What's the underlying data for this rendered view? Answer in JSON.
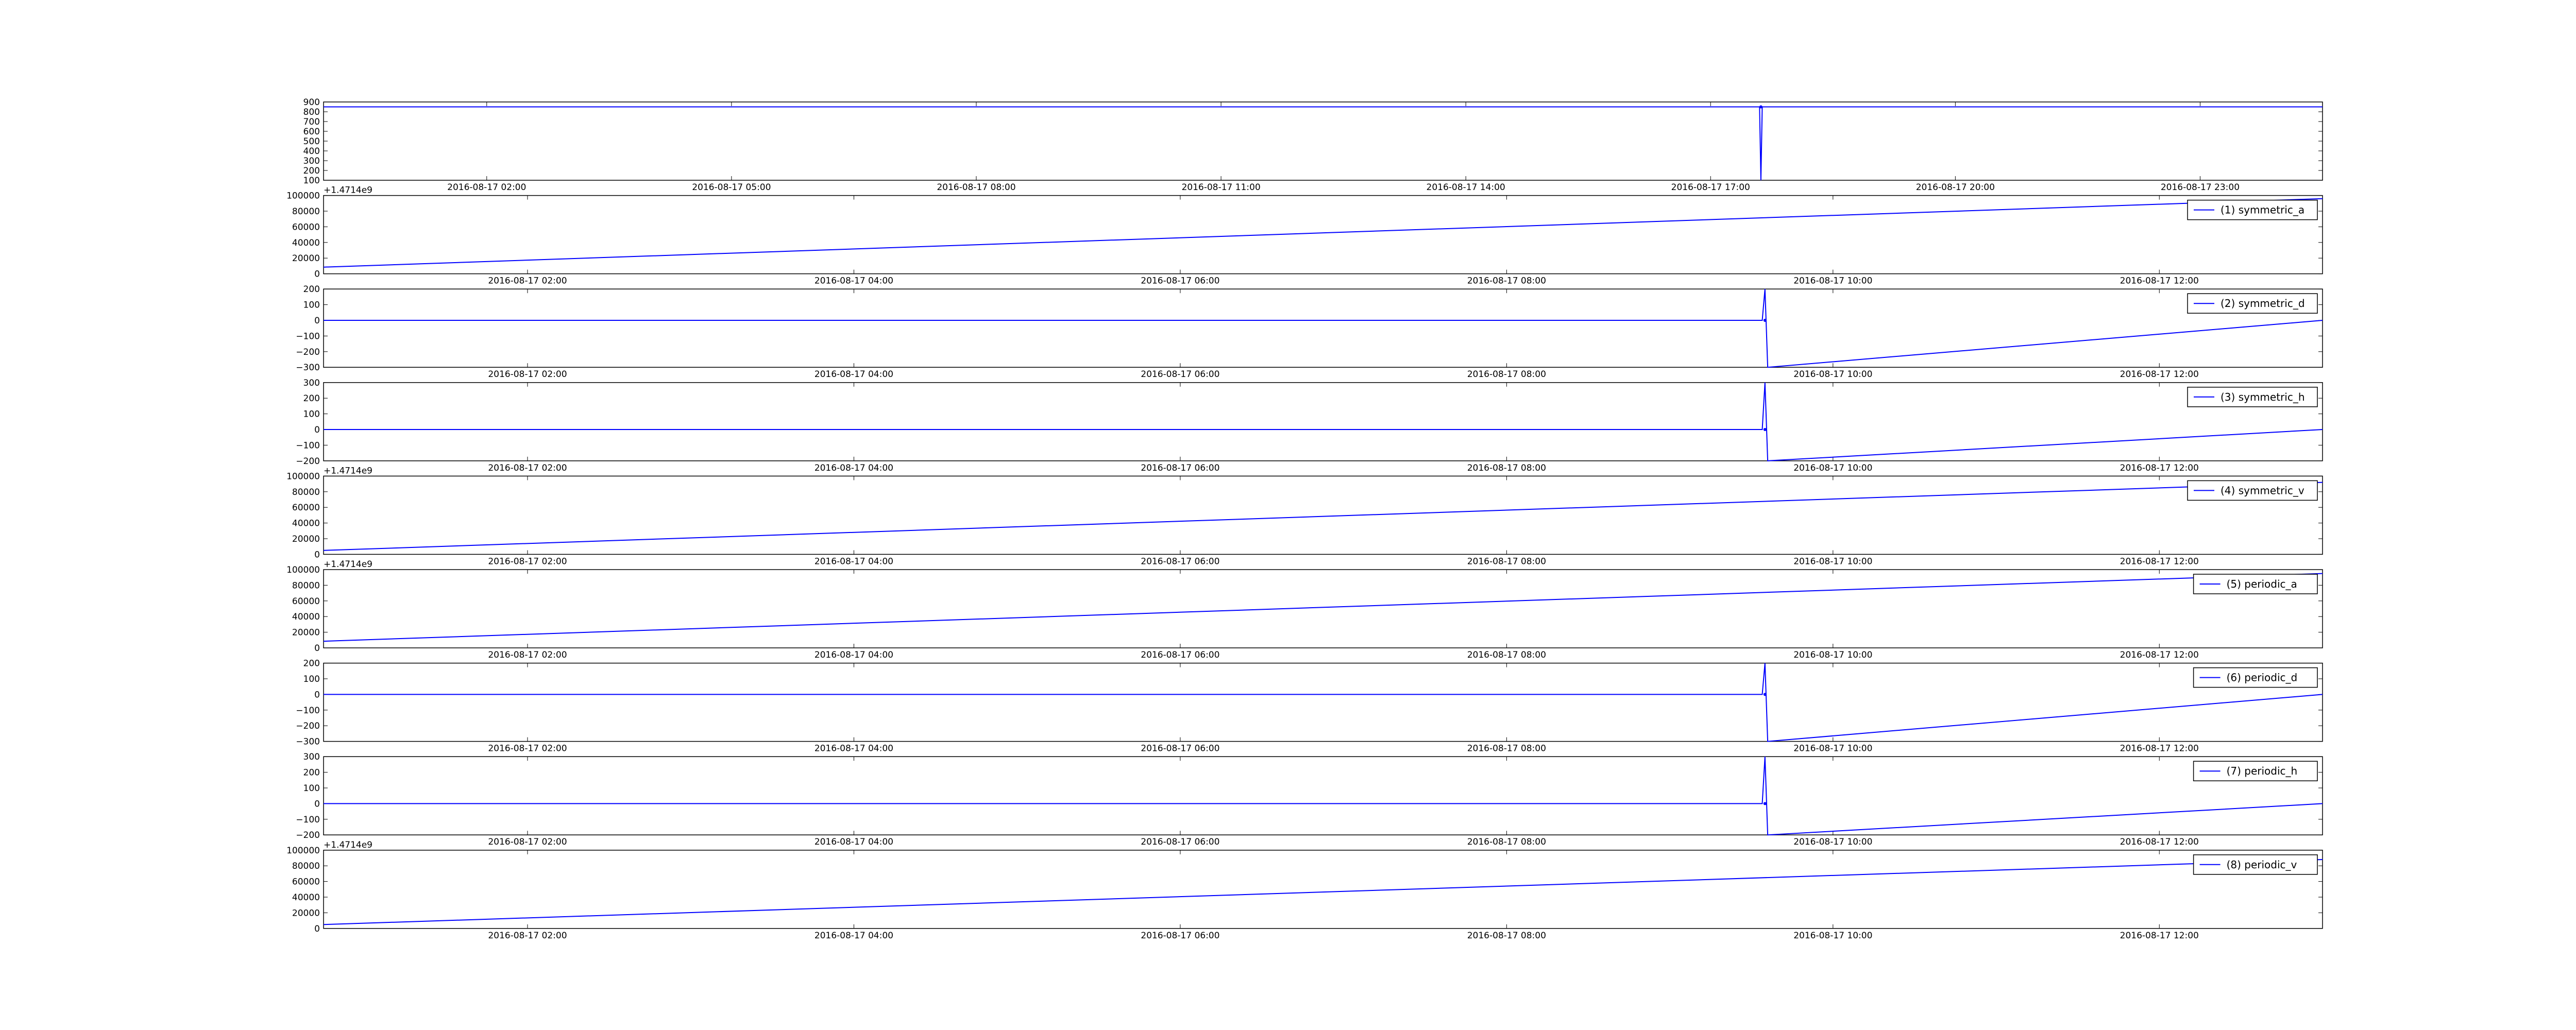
{
  "figure": {
    "background": "#ffffff",
    "line_color": "#0000ff",
    "axes_color": "#000000"
  },
  "chart_data": [
    {
      "type": "line",
      "title": "",
      "xlabel": "",
      "ylabel": "",
      "x_axis": "datetime",
      "x_range": [
        "2016-08-17 00:00",
        "2016-08-18 00:30"
      ],
      "x_ticks": [
        "2016-08-17 02:00",
        "2016-08-17 05:00",
        "2016-08-17 08:00",
        "2016-08-17 11:00",
        "2016-08-17 14:00",
        "2016-08-17 17:00",
        "2016-08-17 20:00",
        "2016-08-17 23:00"
      ],
      "ylim": [
        100,
        900
      ],
      "y_ticks": [
        100,
        200,
        300,
        400,
        500,
        600,
        700,
        800,
        900
      ],
      "y_offset_label": "",
      "legend": false,
      "series": [
        {
          "x": [
            "2016-08-17 00:00",
            "2016-08-17 17:36",
            "2016-08-17 17:37",
            "2016-08-17 17:38",
            "2016-08-18 00:30"
          ],
          "values": [
            850,
            850,
            100,
            850,
            850
          ]
        }
      ]
    },
    {
      "type": "line",
      "title": "",
      "xlabel": "",
      "ylabel": "",
      "x_axis": "datetime",
      "x_range": [
        "2016-08-17 00:45",
        "2016-08-17 13:00"
      ],
      "x_ticks": [
        "2016-08-17 02:00",
        "2016-08-17 04:00",
        "2016-08-17 06:00",
        "2016-08-17 08:00",
        "2016-08-17 10:00",
        "2016-08-17 12:00"
      ],
      "ylim": [
        0,
        100000
      ],
      "y_ticks": [
        0,
        20000,
        40000,
        60000,
        80000,
        100000
      ],
      "y_offset_label": "+1.4714e9",
      "legend": true,
      "legend_position": "top-right",
      "series": [
        {
          "name": "(1) symmetric_a",
          "x": [
            "2016-08-17 00:45",
            "2016-08-17 13:00"
          ],
          "values": [
            8500,
            96000
          ]
        }
      ]
    },
    {
      "type": "line",
      "title": "",
      "xlabel": "",
      "ylabel": "",
      "x_axis": "datetime",
      "x_range": [
        "2016-08-17 00:45",
        "2016-08-17 13:00"
      ],
      "x_ticks": [
        "2016-08-17 02:00",
        "2016-08-17 04:00",
        "2016-08-17 06:00",
        "2016-08-17 08:00",
        "2016-08-17 10:00",
        "2016-08-17 12:00"
      ],
      "ylim": [
        -300,
        200
      ],
      "y_ticks": [
        -300,
        -200,
        -100,
        0,
        100,
        200
      ],
      "y_offset_label": "",
      "legend": true,
      "legend_position": "top-right",
      "series": [
        {
          "name": "(2) symmetric_d",
          "x": [
            "2016-08-17 00:45",
            "2016-08-17 09:34",
            "2016-08-17 09:35",
            "2016-08-17 09:36",
            "2016-08-17 13:00"
          ],
          "values": [
            0,
            0,
            200,
            -300,
            0
          ]
        }
      ]
    },
    {
      "type": "line",
      "title": "",
      "xlabel": "",
      "ylabel": "",
      "x_axis": "datetime",
      "x_range": [
        "2016-08-17 00:45",
        "2016-08-17 13:00"
      ],
      "x_ticks": [
        "2016-08-17 02:00",
        "2016-08-17 04:00",
        "2016-08-17 06:00",
        "2016-08-17 08:00",
        "2016-08-17 10:00",
        "2016-08-17 12:00"
      ],
      "ylim": [
        -200,
        300
      ],
      "y_ticks": [
        -200,
        -100,
        0,
        100,
        200,
        300
      ],
      "y_offset_label": "",
      "legend": true,
      "legend_position": "top-right",
      "series": [
        {
          "name": "(3) symmetric_h",
          "x": [
            "2016-08-17 00:45",
            "2016-08-17 09:34",
            "2016-08-17 09:35",
            "2016-08-17 09:36",
            "2016-08-17 13:00"
          ],
          "values": [
            0,
            0,
            300,
            -200,
            0
          ]
        }
      ]
    },
    {
      "type": "line",
      "title": "",
      "xlabel": "",
      "ylabel": "",
      "x_axis": "datetime",
      "x_range": [
        "2016-08-17 00:45",
        "2016-08-17 13:00"
      ],
      "x_ticks": [
        "2016-08-17 02:00",
        "2016-08-17 04:00",
        "2016-08-17 06:00",
        "2016-08-17 08:00",
        "2016-08-17 10:00",
        "2016-08-17 12:00"
      ],
      "ylim": [
        0,
        100000
      ],
      "y_ticks": [
        0,
        20000,
        40000,
        60000,
        80000,
        100000
      ],
      "y_offset_label": "+1.4714e9",
      "legend": true,
      "legend_position": "top-right",
      "series": [
        {
          "name": "(4) symmetric_v",
          "x": [
            "2016-08-17 00:45",
            "2016-08-17 13:00"
          ],
          "values": [
            5000,
            92000
          ]
        }
      ]
    },
    {
      "type": "line",
      "title": "",
      "xlabel": "",
      "ylabel": "",
      "x_axis": "datetime",
      "x_range": [
        "2016-08-17 00:45",
        "2016-08-17 13:00"
      ],
      "x_ticks": [
        "2016-08-17 02:00",
        "2016-08-17 04:00",
        "2016-08-17 06:00",
        "2016-08-17 08:00",
        "2016-08-17 10:00",
        "2016-08-17 12:00"
      ],
      "ylim": [
        0,
        100000
      ],
      "y_ticks": [
        0,
        20000,
        40000,
        60000,
        80000,
        100000
      ],
      "y_offset_label": "+1.4714e9",
      "legend": true,
      "legend_position": "top-right",
      "series": [
        {
          "name": "(5) periodic_a",
          "x": [
            "2016-08-17 00:45",
            "2016-08-17 13:00"
          ],
          "values": [
            8500,
            95000
          ]
        }
      ]
    },
    {
      "type": "line",
      "title": "",
      "xlabel": "",
      "ylabel": "",
      "x_axis": "datetime",
      "x_range": [
        "2016-08-17 00:45",
        "2016-08-17 13:00"
      ],
      "x_ticks": [
        "2016-08-17 02:00",
        "2016-08-17 04:00",
        "2016-08-17 06:00",
        "2016-08-17 08:00",
        "2016-08-17 10:00",
        "2016-08-17 12:00"
      ],
      "ylim": [
        -300,
        200
      ],
      "y_ticks": [
        -300,
        -200,
        -100,
        0,
        100,
        200
      ],
      "y_offset_label": "",
      "legend": true,
      "legend_position": "top-right",
      "series": [
        {
          "name": "(6) periodic_d",
          "x": [
            "2016-08-17 00:45",
            "2016-08-17 09:34",
            "2016-08-17 09:35",
            "2016-08-17 09:36",
            "2016-08-17 13:00"
          ],
          "values": [
            0,
            0,
            200,
            -300,
            0
          ]
        }
      ]
    },
    {
      "type": "line",
      "title": "",
      "xlabel": "",
      "ylabel": "",
      "x_axis": "datetime",
      "x_range": [
        "2016-08-17 00:45",
        "2016-08-17 13:00"
      ],
      "x_ticks": [
        "2016-08-17 02:00",
        "2016-08-17 04:00",
        "2016-08-17 06:00",
        "2016-08-17 08:00",
        "2016-08-17 10:00",
        "2016-08-17 12:00"
      ],
      "ylim": [
        -200,
        300
      ],
      "y_ticks": [
        -200,
        -100,
        0,
        100,
        200,
        300
      ],
      "y_offset_label": "",
      "legend": true,
      "legend_position": "top-right",
      "series": [
        {
          "name": "(7) periodic_h",
          "x": [
            "2016-08-17 00:45",
            "2016-08-17 09:34",
            "2016-08-17 09:35",
            "2016-08-17 09:36",
            "2016-08-17 13:00"
          ],
          "values": [
            0,
            0,
            300,
            -200,
            0
          ]
        }
      ]
    },
    {
      "type": "line",
      "title": "",
      "xlabel": "",
      "ylabel": "",
      "x_axis": "datetime",
      "x_range": [
        "2016-08-17 00:45",
        "2016-08-17 13:00"
      ],
      "x_ticks": [
        "2016-08-17 02:00",
        "2016-08-17 04:00",
        "2016-08-17 06:00",
        "2016-08-17 08:00",
        "2016-08-17 10:00",
        "2016-08-17 12:00"
      ],
      "ylim": [
        0,
        100000
      ],
      "y_ticks": [
        0,
        20000,
        40000,
        60000,
        80000,
        100000
      ],
      "y_offset_label": "+1.4714e9",
      "legend": true,
      "legend_position": "top-right",
      "series": [
        {
          "name": "(8) periodic_v",
          "x": [
            "2016-08-17 00:45",
            "2016-08-17 13:00"
          ],
          "values": [
            5000,
            88000
          ]
        }
      ]
    }
  ]
}
